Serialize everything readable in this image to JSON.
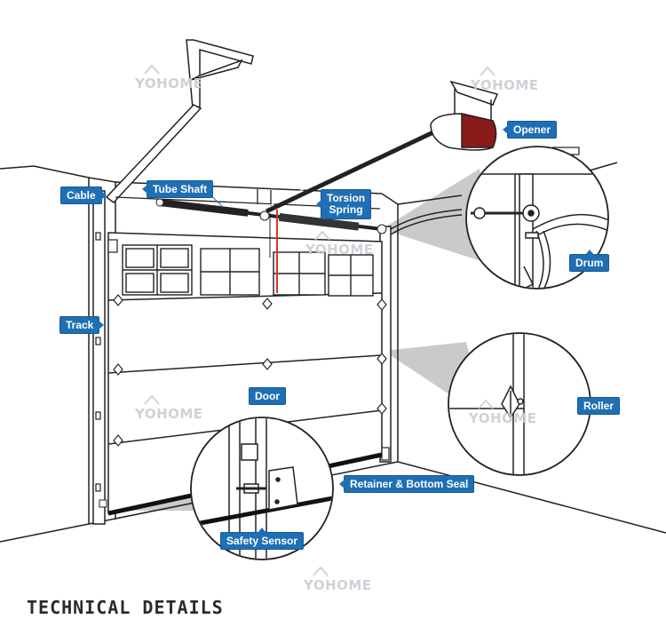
{
  "labels": {
    "cable": "Cable",
    "tube_shaft": "Tube Shaft",
    "torsion_spring_line1": "Torsion",
    "torsion_spring_line2": "Spring",
    "opener": "Opener",
    "drum": "Drum",
    "track": "Track",
    "door": "Door",
    "roller": "Roller",
    "retainer_bottom_seal": "Retainer & Bottom Seal",
    "safety_sensor": "Safety Sensor"
  },
  "footer": {
    "title": "TECHNICAL DETAILS"
  },
  "watermark": {
    "brand": "YOHOME"
  },
  "colors": {
    "callout": "#1f6fb5",
    "opener_red": "#8b1a1a",
    "spring_red": "#d9352b",
    "line": "#222222",
    "detail_shadow": "#b9b9b9"
  }
}
